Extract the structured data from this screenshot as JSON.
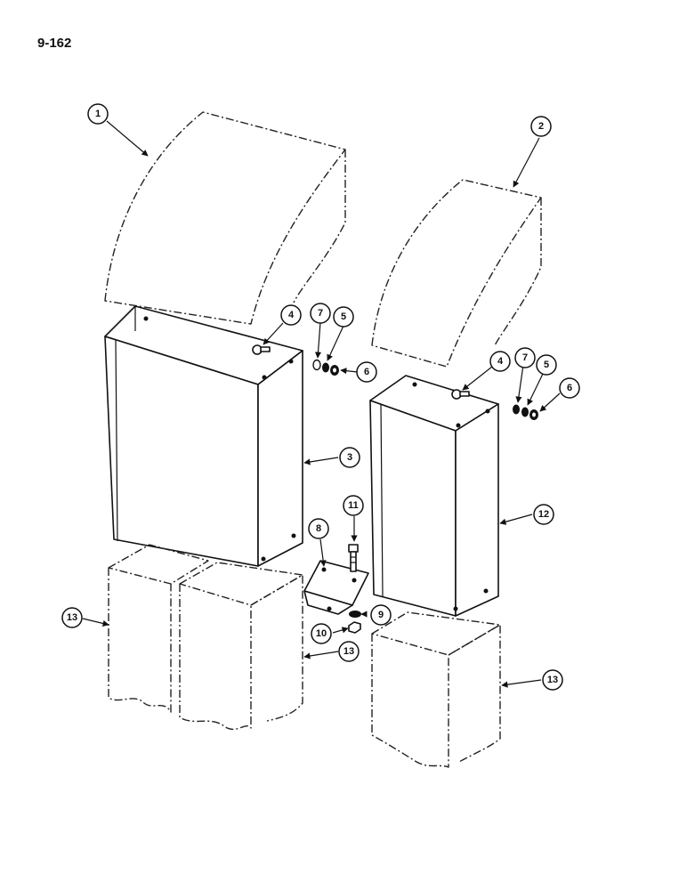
{
  "page": {
    "code": "9-162"
  },
  "callouts": {
    "c1": "1",
    "c2": "2",
    "c3": "3",
    "c4a": "4",
    "c4b": "4",
    "c5a": "5",
    "c5b": "5",
    "c6a": "6",
    "c6b": "6",
    "c7a": "7",
    "c7b": "7",
    "c8": "8",
    "c9": "9",
    "c10": "10",
    "c11": "11",
    "c12": "12",
    "c13a": "13",
    "c13b": "13",
    "c13c": "13"
  }
}
